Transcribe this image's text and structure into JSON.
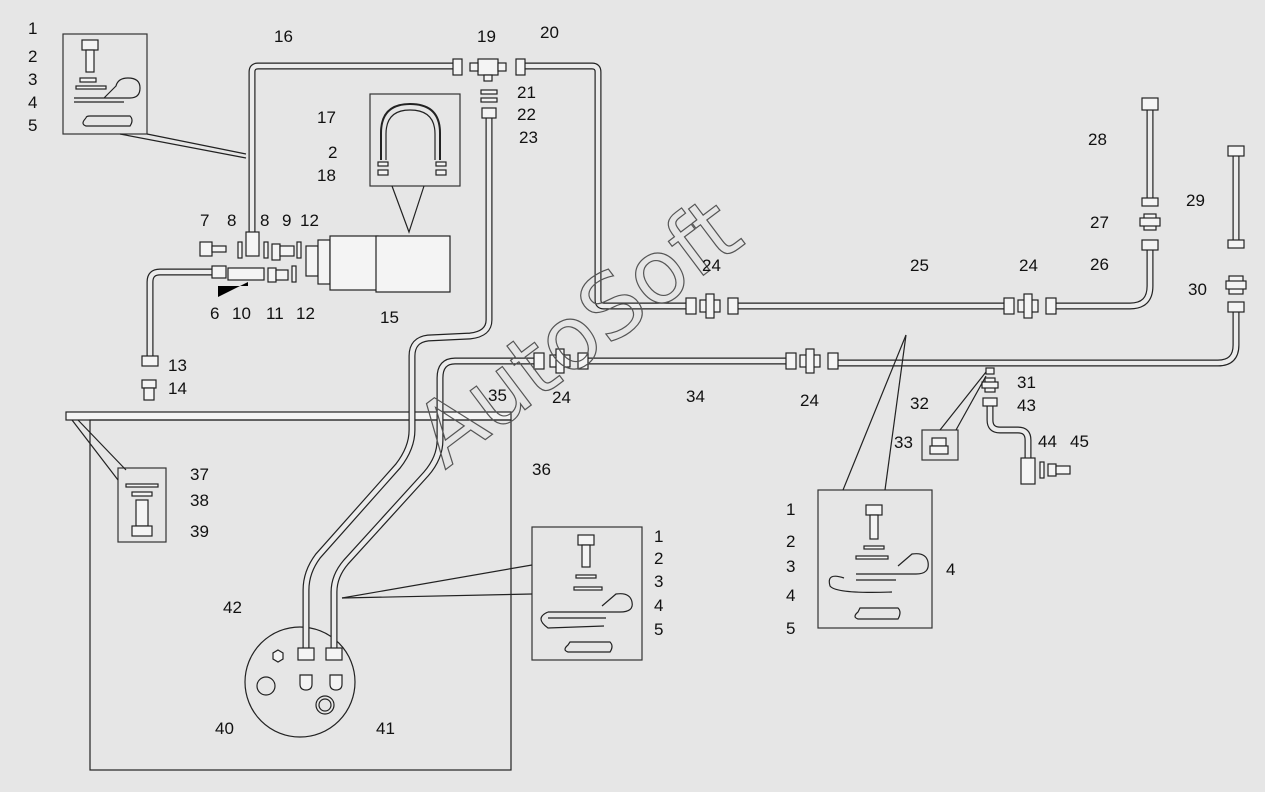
{
  "diagram": {
    "watermark": "AutoSoft",
    "callouts": [
      "1",
      "2",
      "3",
      "4",
      "5",
      "16",
      "19",
      "20",
      "21",
      "22",
      "23",
      "17",
      "2",
      "18",
      "7",
      "8",
      "8",
      "9",
      "12",
      "6",
      "10",
      "11",
      "12",
      "15",
      "13",
      "14",
      "28",
      "27",
      "29",
      "26",
      "24",
      "25",
      "24",
      "30",
      "24",
      "35",
      "34",
      "24",
      "32",
      "31",
      "43",
      "33",
      "44",
      "45",
      "37",
      "38",
      "39",
      "36",
      "1",
      "2",
      "3",
      "4",
      "5",
      "1",
      "2",
      "3",
      "4",
      "4",
      "5",
      "42",
      "40",
      "41"
    ]
  }
}
